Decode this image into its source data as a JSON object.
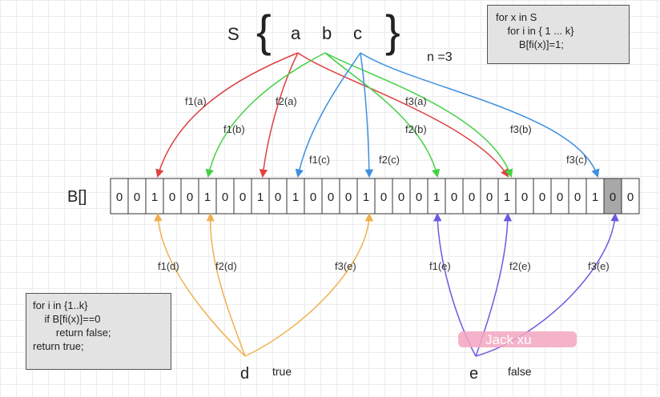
{
  "set": {
    "name": "S",
    "open_brace": "{",
    "close_brace": "}",
    "elements": [
      "a",
      "b",
      "c"
    ]
  },
  "n_label": "n =3",
  "array_label": "B[]",
  "bits": [
    0,
    0,
    1,
    0,
    0,
    1,
    0,
    0,
    1,
    0,
    1,
    0,
    0,
    0,
    1,
    0,
    0,
    0,
    1,
    0,
    0,
    0,
    1,
    0,
    0,
    0,
    0,
    1,
    0,
    0
  ],
  "highlighted_bit": 28,
  "insert_code": [
    "for x in S",
    "    for i in { 1 ... k}",
    "        B[fi(x)]=1;"
  ],
  "query_code": [
    "for i in {1..k}",
    "    if B[fi(x)]==0",
    "        return false;",
    "return true;"
  ],
  "colors": {
    "a": "#e04040",
    "b": "#44d044",
    "c": "#3f8fe0",
    "d": "#f0b050",
    "e": "#6a5ae0",
    "highlight": "#a8a8a8"
  },
  "hash_labels": {
    "a": [
      "f1(a)",
      "f2(a)",
      "f3(a)"
    ],
    "b": [
      "f1(b)",
      "f2(b)",
      "f3(b)"
    ],
    "c": [
      "f1(c)",
      "f2(c)",
      "f3(c)"
    ],
    "d": [
      "f1(d)",
      "f2(d)",
      "f3(e)"
    ],
    "e": [
      "f1(e)",
      "f2(e)",
      "f3(e)"
    ]
  },
  "queries": {
    "d": {
      "label": "d",
      "result": "true"
    },
    "e": {
      "label": "e",
      "result": "false"
    }
  },
  "watermark": "Jack xu"
}
